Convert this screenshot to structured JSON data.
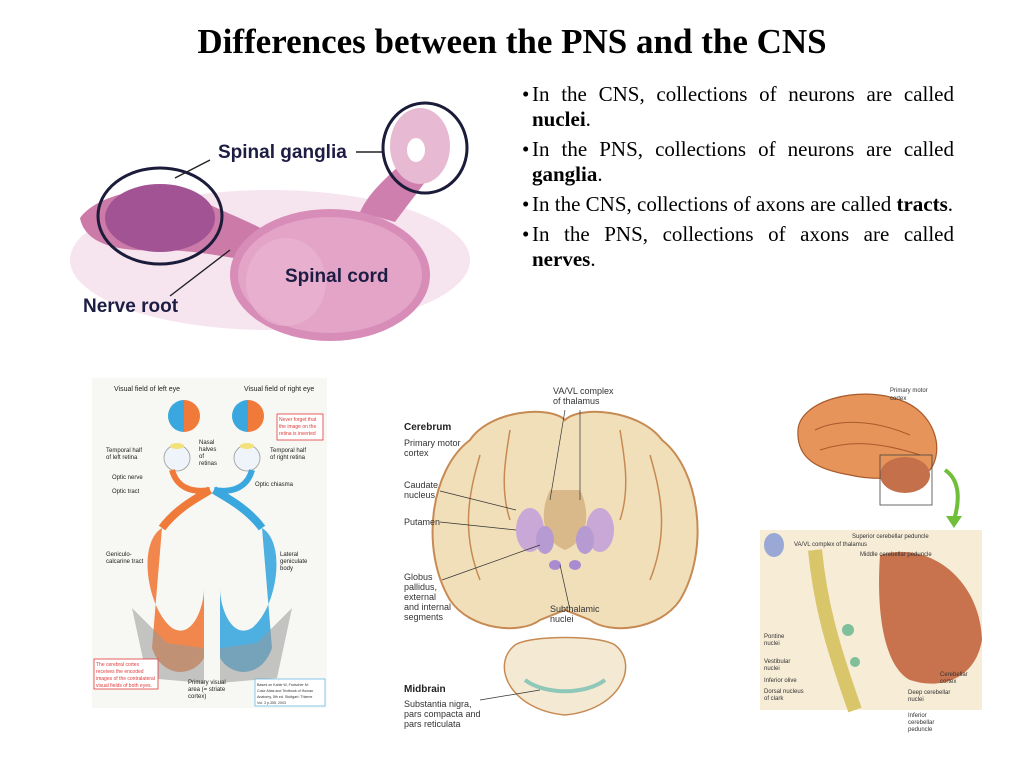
{
  "title": "Differences between the PNS and the CNS",
  "bullets": [
    {
      "pre": "In the CNS, collections of neurons are called ",
      "term": "nuclei",
      "post": "."
    },
    {
      "pre": "In the PNS, collections of neurons are called ",
      "term": "ganglia",
      "post": "."
    },
    {
      "pre": "In the CNS, collections of axons are called ",
      "term": "tracts",
      "post": "."
    },
    {
      "pre": "In the PNS, collections of axons are called ",
      "term": "nerves",
      "post": "."
    }
  ],
  "bullet_symbol": "•",
  "spinal": {
    "spinal_ganglia": "Spinal ganglia",
    "spinal_cord": "Spinal cord",
    "nerve_root": "Nerve root"
  },
  "visual": {
    "left_eye": "Visual field of left eye",
    "right_eye": "Visual field of right eye",
    "note_top": [
      "Never forget that",
      "the image on the",
      "retina is inverted"
    ],
    "nasal": [
      "Nasal",
      "halves",
      "of",
      "retinas"
    ],
    "temporal_left": [
      "Temporal half",
      "of left retina"
    ],
    "temporal_right": [
      "Temporal half",
      "of right retina"
    ],
    "optic_nerve": "Optic nerve",
    "optic_chiasma": "Optic chiasma",
    "optic_tract": "Optic tract",
    "geniculo": [
      "Geniculo-",
      "calcarine tract"
    ],
    "lateral_geniculate": [
      "Lateral",
      "geniculate",
      "body"
    ],
    "note_bottom": [
      "The cerebral cortex",
      "receives the encoded",
      "images of the contralateral",
      "visual fields of both eyes."
    ],
    "primary_visual": [
      "Primary visual",
      "area (= striate",
      "cortex)"
    ],
    "credit": [
      "Based on Kahle W, Frotscher M:",
      "Color Atlas and Textbook of Human",
      "Anatomy, 5th ed. Stuttgart: Thieme",
      "Vol. 3 p.355, 2003"
    ]
  },
  "coronal": {
    "va_vl": [
      "VA/VL complex",
      "of thalamus"
    ],
    "cerebrum": "Cerebrum",
    "primary_motor": [
      "Primary motor",
      "cortex"
    ],
    "caudate": [
      "Caudate",
      "nucleus"
    ],
    "putamen": "Putamen",
    "globus": [
      "Globus",
      "pallidus,",
      "external",
      "and internal",
      "segments"
    ],
    "subthalamic": [
      "Subthalamic",
      "nuclei"
    ],
    "midbrain": "Midbrain",
    "substantia": [
      "Substantia nigra,",
      "pars compacta and",
      "pars reticulata"
    ]
  },
  "cerebellum": {
    "primary_motor": [
      "Primary motor",
      "cortex"
    ],
    "va_vl": "VA/VL complex of thalamus",
    "superior": "Superior cerebellar peduncle",
    "middle": "Middle cerebellar peduncle",
    "pontine": [
      "Pontine",
      "nuclei"
    ],
    "vestibular": [
      "Vestibular",
      "nuclei"
    ],
    "inferior_olive": "Inferior olive",
    "dorsal": [
      "Dorsal nucleus",
      "of clark"
    ],
    "cerebellar_cortex": [
      "Cerebellar",
      "cortex"
    ],
    "deep": [
      "Deep cerebellar",
      "nuclei"
    ],
    "inferior_peduncle": [
      "Inferior",
      "cerebellar",
      "peduncle"
    ]
  },
  "colors": {
    "stain_pink": "#d98bb6",
    "stain_purple": "#9b4f8e",
    "orange": "#f07a3a",
    "blue": "#3aa7de",
    "brain_tan": "#f1dfba",
    "brain_brown": "#c68a52"
  }
}
